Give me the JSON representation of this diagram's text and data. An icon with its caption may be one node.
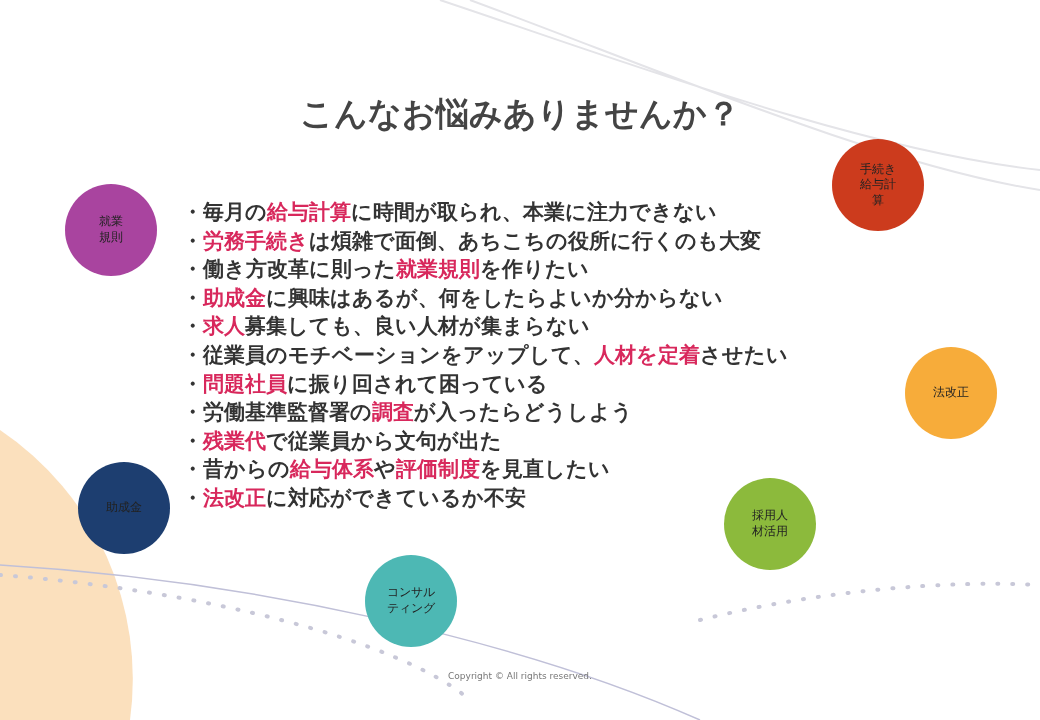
{
  "diagram": {
    "title": "こんなお悩みありませんか？",
    "nodes": [
      {
        "text": [
          "手続き給与計算"
        ]
      },
      {
        "text": [
          "就業規則"
        ]
      },
      {
        "text": [
          "法改正"
        ]
      },
      {
        "text": [
          "助成金"
        ]
      },
      {
        "text": [
          "採用人材活用"
        ]
      },
      {
        "text": [
          "コンサルティング"
        ]
      }
    ],
    "labels": [
      "・毎月の**給与計算**に時間が取られ、本業に注力できない",
      "・**労務手続き**は煩雑で面倒、あちこちの役所に行くのも大変",
      "・働き方改革に則った**就業規則**を作りたい",
      "・**助成金**に興味はあるが、何をしたらよいか分からない",
      "・**求人**募集しても、良い人材が集まらない",
      "・従業員のモチベーションをアップして、**人材を定着**させたい",
      "・**問題社員**に振り回されて困っている",
      "・労働基準監督署の**調査**が入ったらどうしよう",
      "・**残業代**で従業員から文句が出た",
      "・昔からの**給与体系**や**評価制度**を見直したい",
      "・**法改正**に対応ができているか不安",
      "Copyright © All rights reserved."
    ]
  }
}
